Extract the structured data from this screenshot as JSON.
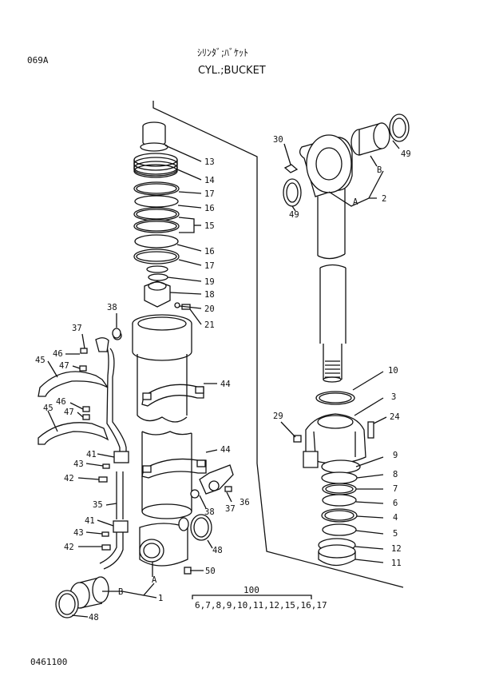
{
  "header": {
    "code": "069A",
    "title_jp": "ｼﾘﾝﾀﾞ;ﾊﾞｹｯﾄ",
    "title_en": "CYL.;BUCKET"
  },
  "footer": {
    "drawing_number": "0461100"
  },
  "kit": {
    "number": "100",
    "contents": "6,7,8,9,10,11,12,15,16,17"
  },
  "callouts": {
    "c13": "13",
    "c14": "14",
    "c17a": "17",
    "c16a": "16",
    "c15": "15",
    "c16b": "16",
    "c17b": "17",
    "c19": "19",
    "c18": "18",
    "c20": "20",
    "c21": "21",
    "c38a": "38",
    "c37a": "37",
    "c46a": "46",
    "c47a": "47",
    "c45a": "45",
    "c44a": "44",
    "c46b": "46",
    "c47b": "47",
    "c45b": "45",
    "c44b": "44",
    "c41a": "41",
    "c43a": "43",
    "c42a": "42",
    "c35": "35",
    "c41b": "41",
    "c43b": "43",
    "c42b": "42",
    "c38b": "38",
    "c37b": "37",
    "c36": "36",
    "c48a": "48",
    "c50": "50",
    "cA1": "A",
    "cB1": "B",
    "c1": "1",
    "c48b": "48",
    "c30": "30",
    "c49a": "49",
    "c49b": "49",
    "cB2": "B",
    "cA2": "A",
    "c2": "2",
    "c10": "10",
    "c3": "3",
    "c29": "29",
    "c24": "24",
    "c9": "9",
    "c8": "8",
    "c7": "7",
    "c6": "6",
    "c4": "4",
    "c5": "5",
    "c12": "12",
    "c11": "11"
  }
}
